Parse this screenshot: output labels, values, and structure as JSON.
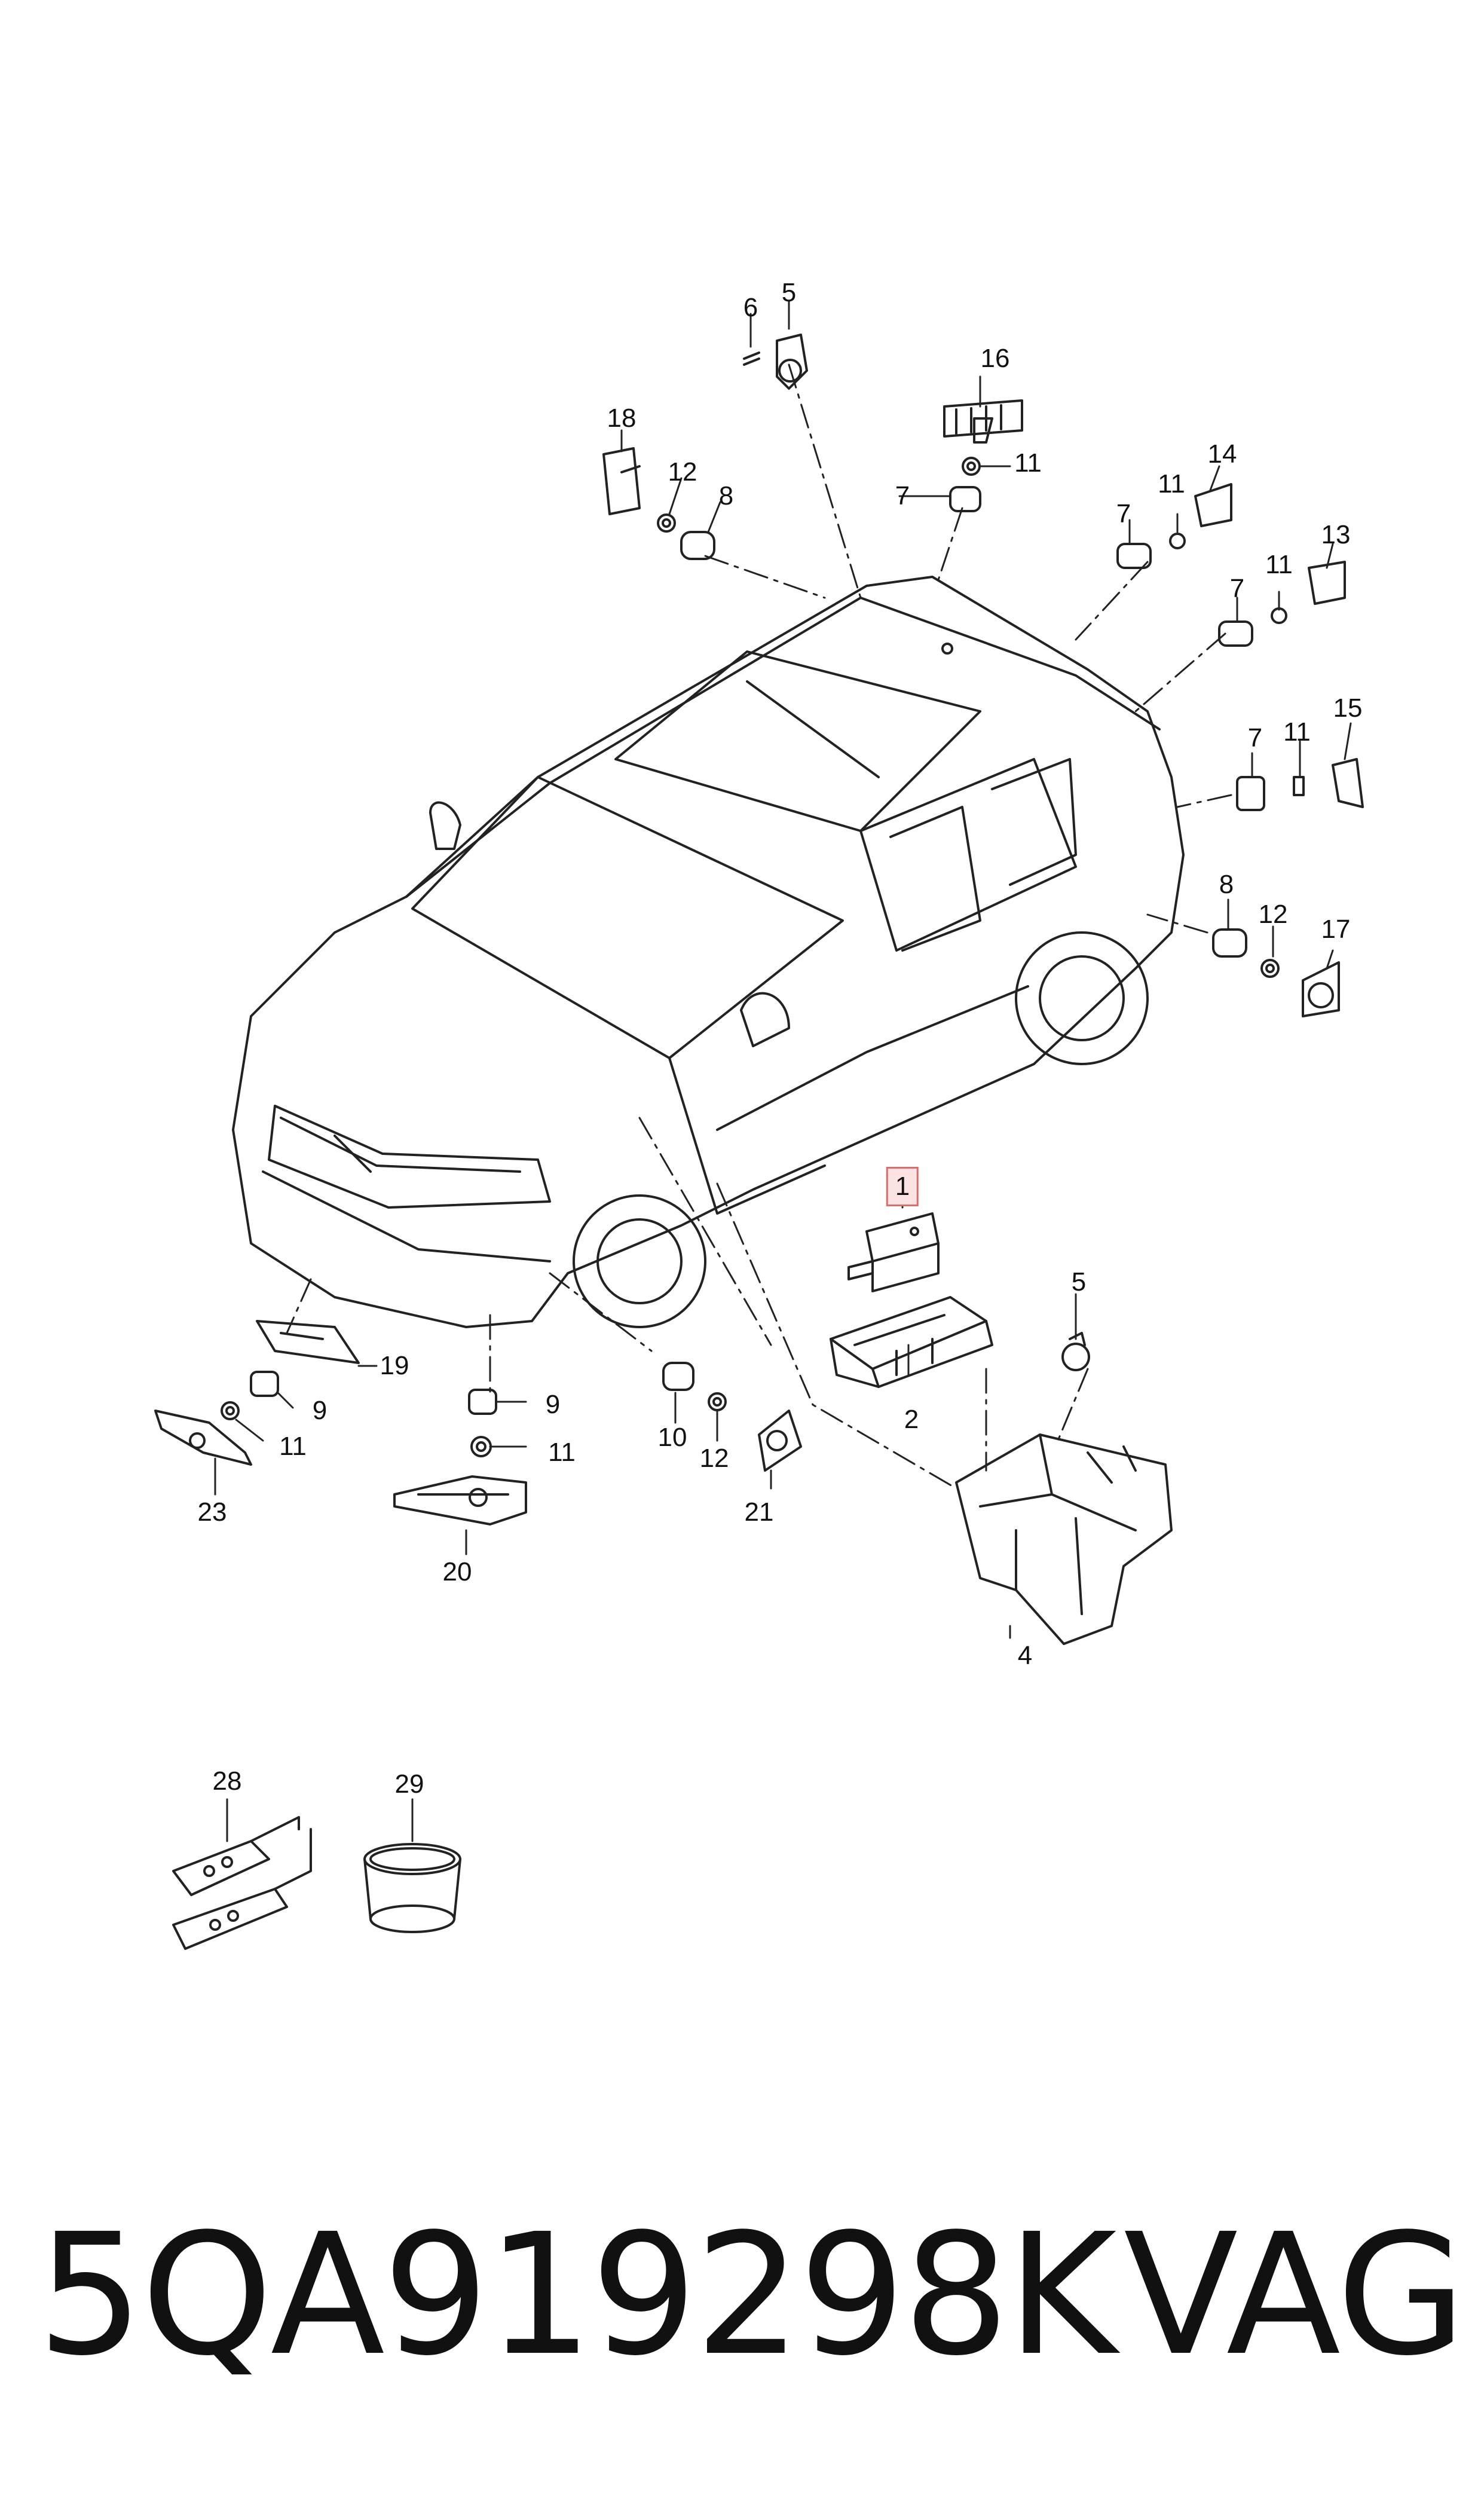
{
  "diagram": {
    "highlight_color": "#e06a6a",
    "callouts": [
      "1",
      "2",
      "4",
      "5",
      "6",
      "5",
      "7",
      "16",
      "11",
      "18",
      "12",
      "8",
      "14",
      "11",
      "7",
      "13",
      "11",
      "7",
      "15",
      "11",
      "7",
      "8",
      "12",
      "17",
      "19",
      "9",
      "11",
      "23",
      "9",
      "11",
      "20",
      "10",
      "12",
      "21",
      "28",
      "29"
    ]
  },
  "footer": {
    "part_number": "5QA919298K",
    "brand": "VAG"
  }
}
